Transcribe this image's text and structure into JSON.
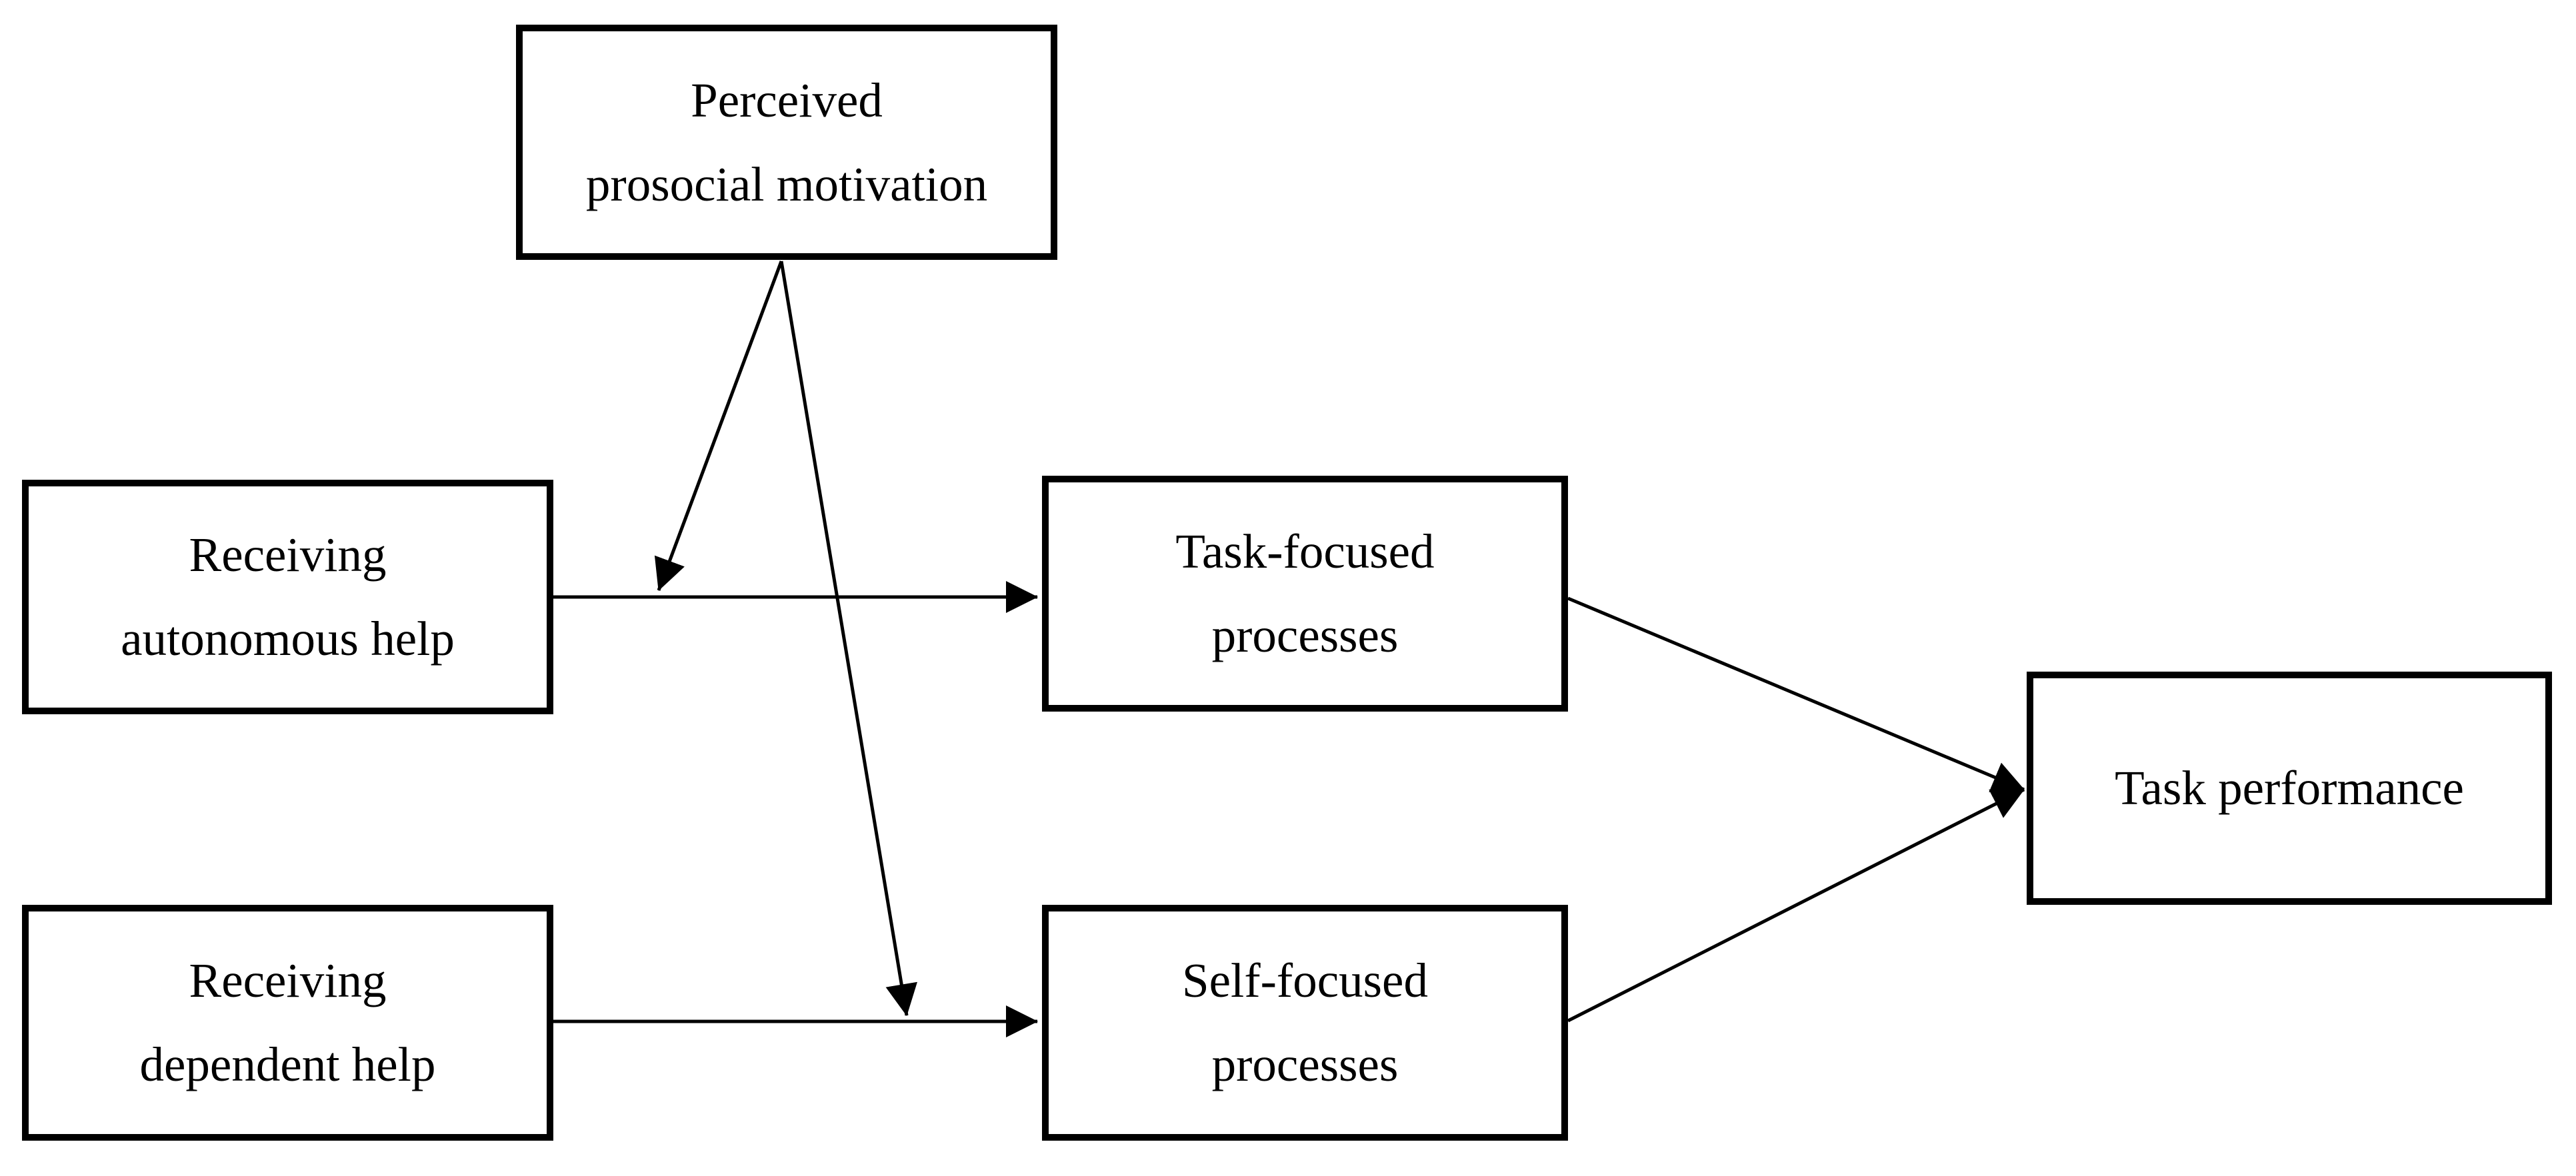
{
  "diagram": {
    "nodes": [
      {
        "id": "perceived-prosocial-motivation",
        "lines": [
          "Perceived",
          "prosocial motivation"
        ]
      },
      {
        "id": "receiving-autonomous-help",
        "lines": [
          "Receiving",
          "autonomous help"
        ]
      },
      {
        "id": "task-focused-processes",
        "lines": [
          "Task-focused",
          "processes"
        ]
      },
      {
        "id": "receiving-dependent-help",
        "lines": [
          "Receiving",
          "dependent help"
        ]
      },
      {
        "id": "self-focused-processes",
        "lines": [
          "Self-focused",
          "processes"
        ]
      },
      {
        "id": "task-performance",
        "lines": [
          "Task performance"
        ]
      }
    ],
    "edges": [
      {
        "from": "receiving-autonomous-help",
        "to": "task-focused-processes",
        "type": "direct-arrow"
      },
      {
        "from": "receiving-dependent-help",
        "to": "self-focused-processes",
        "type": "direct-arrow"
      },
      {
        "from": "perceived-prosocial-motivation",
        "to": "arrow: receiving-autonomous-help to task-focused-processes",
        "type": "moderation-arrow"
      },
      {
        "from": "perceived-prosocial-motivation",
        "to": "arrow: receiving-dependent-help to self-focused-processes",
        "type": "moderation-arrow"
      },
      {
        "from": "task-focused-processes",
        "to": "task-performance",
        "type": "direct-arrow"
      },
      {
        "from": "self-focused-processes",
        "to": "task-performance",
        "type": "direct-arrow"
      }
    ],
    "colors": {
      "line": "#000000",
      "text": "#000000",
      "background": "#ffffff"
    }
  }
}
